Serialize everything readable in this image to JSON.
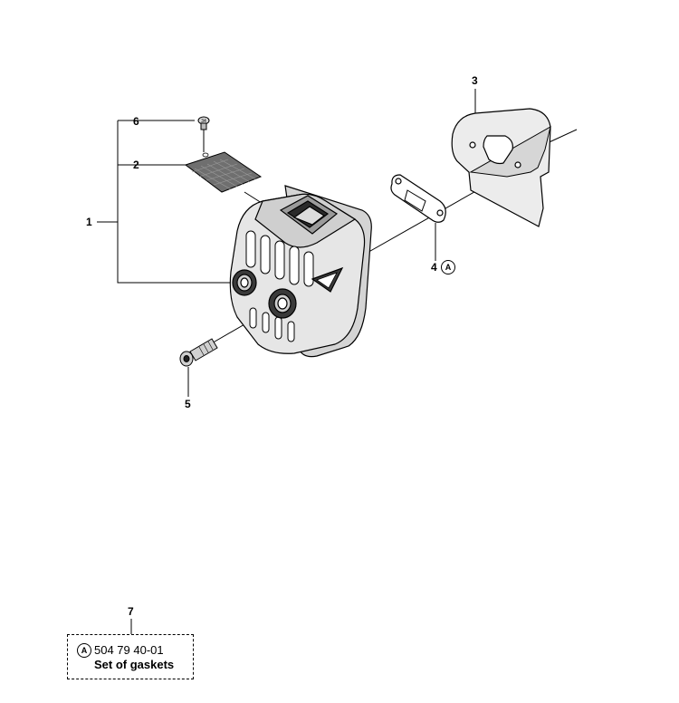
{
  "callouts": {
    "c1": "1",
    "c2": "2",
    "c3": "3",
    "c4": "4",
    "c5": "5",
    "c6": "6",
    "c7": "7"
  },
  "badge_letter": "A",
  "legend": {
    "badge": "A",
    "part_number": "504 79 40-01",
    "description": "Set of gaskets"
  },
  "screw_head_mark": "34"
}
